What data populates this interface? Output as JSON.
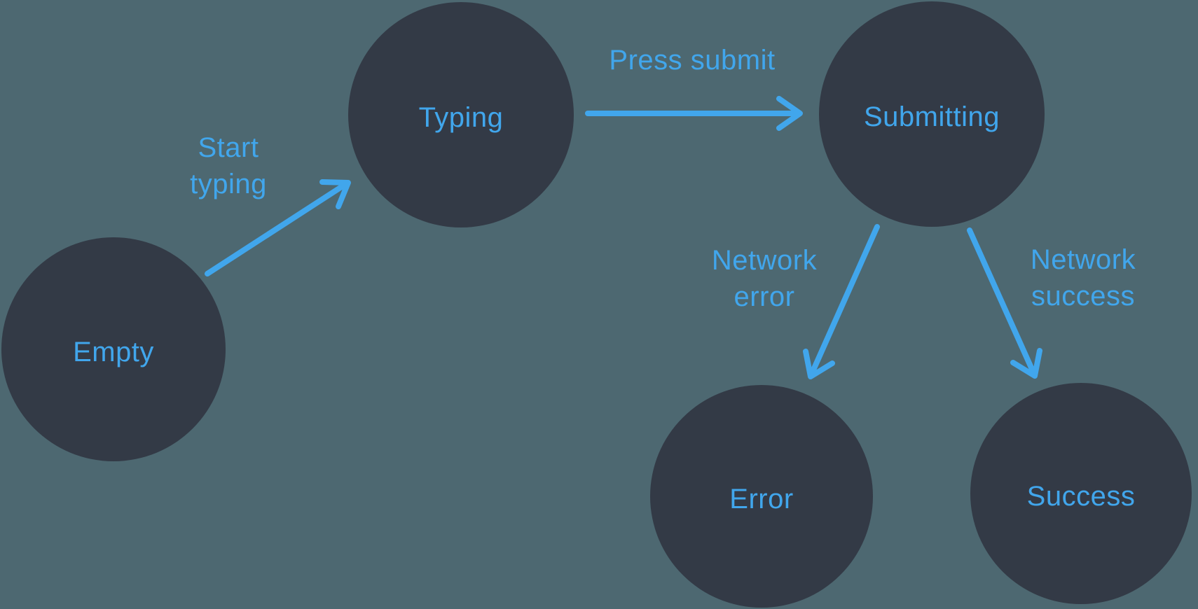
{
  "diagram": {
    "type": "state-machine",
    "colors": {
      "background": "#4d6871",
      "node_fill": "#333a46",
      "accent_blue": "#41a6ec"
    },
    "states": [
      {
        "id": "empty",
        "label": "Empty"
      },
      {
        "id": "typing",
        "label": "Typing"
      },
      {
        "id": "submitting",
        "label": "Submitting"
      },
      {
        "id": "error",
        "label": "Error"
      },
      {
        "id": "success",
        "label": "Success"
      }
    ],
    "transitions": [
      {
        "from": "empty",
        "to": "typing",
        "label": "Start typing",
        "label_lines": [
          "Start",
          "typing"
        ]
      },
      {
        "from": "typing",
        "to": "submitting",
        "label": "Press submit",
        "label_lines": [
          "Press submit"
        ]
      },
      {
        "from": "submitting",
        "to": "error",
        "label": "Network error",
        "label_lines": [
          "Network",
          "error"
        ]
      },
      {
        "from": "submitting",
        "to": "success",
        "label": "Network success",
        "label_lines": [
          "Network",
          "success"
        ]
      }
    ]
  }
}
